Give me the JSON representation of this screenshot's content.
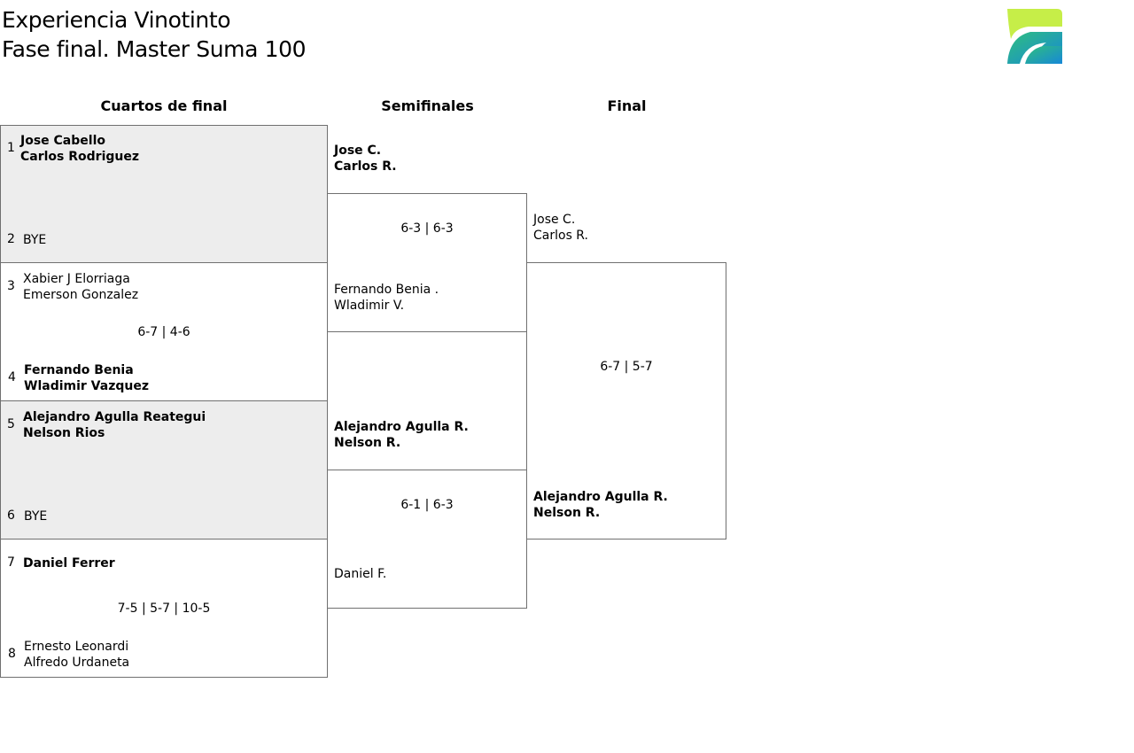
{
  "header": {
    "title_line1": "Experiencia Vinotinto",
    "title_line2": "Fase final. Master Suma 100",
    "logo": "tennis-club-logo",
    "logo_colors": {
      "top": "#c7ef4a",
      "bottom_start": "#29b884",
      "bottom_end": "#1a8fd6"
    }
  },
  "rounds": {
    "quarterfinals": "Cuartos de final",
    "semifinals": "Semifinales",
    "final": "Final"
  },
  "quarterfinals": [
    {
      "team_a": {
        "seed": "1",
        "p1": "Jose Cabello",
        "p2": "Carlos Rodriguez"
      },
      "team_b": {
        "seed": "2",
        "p1": "BYE",
        "p2": ""
      },
      "score": ""
    },
    {
      "team_a": {
        "seed": "3",
        "p1": "Xabier J Elorriaga",
        "p2": "Emerson Gonzalez"
      },
      "team_b": {
        "seed": "4",
        "p1": "Fernando Benia",
        "p2": "Wladimir Vazquez"
      },
      "score": "6-7 | 4-6"
    },
    {
      "team_a": {
        "seed": "5",
        "p1": "Alejandro Agulla Reategui",
        "p2": "Nelson Rios"
      },
      "team_b": {
        "seed": "6",
        "p1": "BYE",
        "p2": ""
      },
      "score": ""
    },
    {
      "team_a": {
        "seed": "7",
        "p1": "Daniel Ferrer",
        "p2": ""
      },
      "team_b": {
        "seed": "8",
        "p1": "Ernesto Leonardi",
        "p2": "Alfredo Urdaneta"
      },
      "score": "7-5 | 5-7 | 10-5"
    }
  ],
  "semifinals": [
    {
      "team_a": {
        "p1": "Jose C.",
        "p2": "Carlos R."
      },
      "team_b": {
        "p1": "Fernando Benia .",
        "p2": "Wladimir V."
      },
      "score": "6-3 | 6-3"
    },
    {
      "team_a": {
        "p1": "Alejandro Agulla R.",
        "p2": "Nelson R."
      },
      "team_b": {
        "p1": "Daniel F.",
        "p2": ""
      },
      "score": "6-1 | 6-3"
    }
  ],
  "final": {
    "team_a": {
      "p1": "Jose C.",
      "p2": "Carlos R."
    },
    "team_b": {
      "p1": "Alejandro Agulla R.",
      "p2": "Nelson R."
    },
    "score": "6-7 | 5-7"
  }
}
